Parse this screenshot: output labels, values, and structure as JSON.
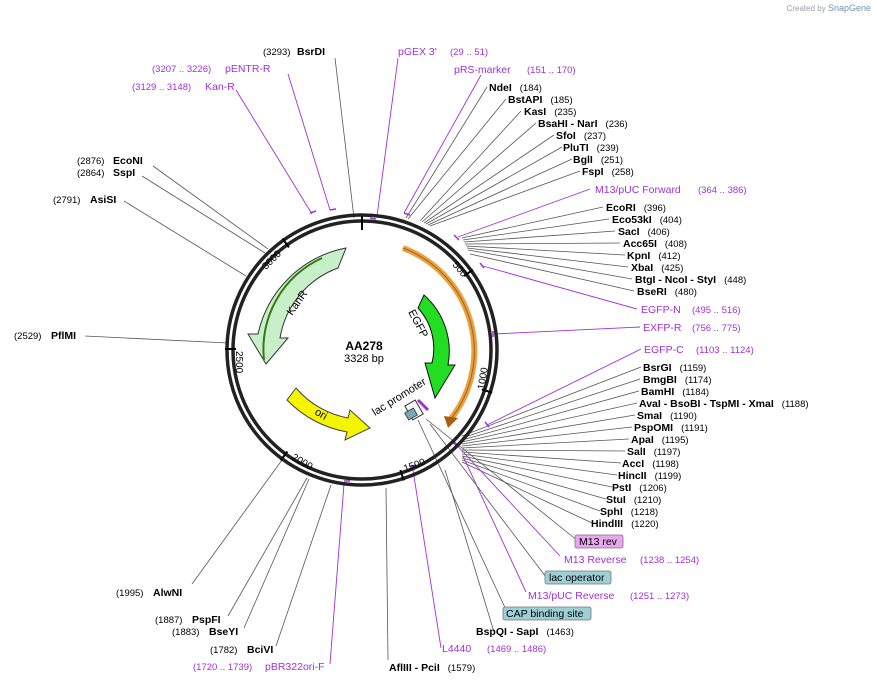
{
  "credit": {
    "prefix": "Created by",
    "brand": "SnapGene"
  },
  "plasmid": {
    "name": "AA278",
    "size_label": "3328 bp",
    "length": 3328
  },
  "ticks": [
    "500",
    "1000",
    "1500",
    "2000",
    "2500",
    "3000"
  ],
  "tick_values": [
    500,
    1000,
    1500,
    2000,
    2500,
    3000
  ],
  "features": [
    {
      "name": "EGFP",
      "start": 400,
      "end": 1115,
      "color": "#22dd22",
      "direction": "cw"
    },
    {
      "name": "KanR",
      "start": 2350,
      "end": 3130,
      "color": "#c8f0c8",
      "direction": "ccw"
    },
    {
      "name": "ori",
      "start": 1680,
      "end": 2160,
      "color": "#f5f500",
      "direction": "ccw"
    },
    {
      "name": "lac promoter",
      "start": 1260,
      "end": 1290,
      "color": "#ffffff",
      "direction": "ccw"
    }
  ],
  "labels_left": [
    {
      "name": "BsrDI",
      "pos": "(3293)"
    },
    {
      "name": "EcoNI",
      "pos": "(2876)"
    },
    {
      "name": "SspI",
      "pos": "(2864)"
    },
    {
      "name": "AsiSI",
      "pos": "(2791)"
    },
    {
      "name": "PflMI",
      "pos": "(2529)"
    },
    {
      "name": "AlwNI",
      "pos": "(1995)"
    },
    {
      "name": "PspFI",
      "pos": "(1887)"
    },
    {
      "name": "BseYI",
      "pos": "(1883)"
    },
    {
      "name": "BciVI",
      "pos": "(1782)"
    }
  ],
  "labels_right": [
    {
      "name": "NdeI",
      "pos": "(184)"
    },
    {
      "name": "BstAPI",
      "pos": "(185)"
    },
    {
      "name": "KasI",
      "pos": "(235)"
    },
    {
      "name": "BsaHI",
      "extra": "- NarI",
      "pos": "(236)"
    },
    {
      "name": "SfoI",
      "pos": "(237)"
    },
    {
      "name": "PluTI",
      "pos": "(239)"
    },
    {
      "name": "BglI",
      "pos": "(251)"
    },
    {
      "name": "FspI",
      "pos": "(258)"
    },
    {
      "name": "EcoRI",
      "pos": "(396)"
    },
    {
      "name": "Eco53kI",
      "pos": "(404)"
    },
    {
      "name": "SacI",
      "pos": "(406)"
    },
    {
      "name": "Acc65I",
      "pos": "(408)"
    },
    {
      "name": "KpnI",
      "pos": "(412)"
    },
    {
      "name": "XbaI",
      "pos": "(425)"
    },
    {
      "name": "BtgI",
      "extra": "- NcoI - StyI",
      "pos": "(448)"
    },
    {
      "name": "BseRI",
      "pos": "(480)"
    },
    {
      "name": "BsrGI",
      "pos": "(1159)"
    },
    {
      "name": "BmgBI",
      "pos": "(1174)"
    },
    {
      "name": "BamHI",
      "pos": "(1184)"
    },
    {
      "name": "AvaI",
      "extra": "- BsoBI - TspMI - XmaI",
      "pos": "(1188)"
    },
    {
      "name": "SmaI",
      "pos": "(1190)"
    },
    {
      "name": "PspOMI",
      "pos": "(1191)"
    },
    {
      "name": "ApaI",
      "pos": "(1195)"
    },
    {
      "name": "SalI",
      "pos": "(1197)"
    },
    {
      "name": "AccI",
      "pos": "(1198)"
    },
    {
      "name": "HincII",
      "pos": "(1199)"
    },
    {
      "name": "PstI",
      "pos": "(1206)"
    },
    {
      "name": "StuI",
      "pos": "(1210)"
    },
    {
      "name": "SphI",
      "pos": "(1218)"
    },
    {
      "name": "HindIII",
      "pos": "(1220)"
    },
    {
      "name": "BspQI",
      "extra": "- SapI",
      "pos": "(1463)"
    },
    {
      "name": "AflIII",
      "extra": "- PciI",
      "pos": "(1579)"
    }
  ],
  "primers": [
    {
      "name": "pGEX 3'",
      "range": "(29 .. 51)"
    },
    {
      "name": "pRS-marker",
      "range": "(151 .. 170)"
    },
    {
      "name": "pENTR-R",
      "range": "(3207 .. 3226)"
    },
    {
      "name": "Kan-R",
      "range": "(3129 .. 3148)"
    },
    {
      "name": "M13/pUC Forward",
      "range": "(364 .. 386)"
    },
    {
      "name": "EGFP-N",
      "range": "(495 .. 516)"
    },
    {
      "name": "EXFP-R",
      "range": "(756 .. 775)"
    },
    {
      "name": "EGFP-C",
      "range": "(1103 .. 1124)"
    },
    {
      "name": "M13 Reverse",
      "range": "(1238 .. 1254)"
    },
    {
      "name": "M13/pUC Reverse",
      "range": "(1251 .. 1273)"
    },
    {
      "name": "L4440",
      "range": "(1469 .. 1486)"
    },
    {
      "name": "pBR322ori-F",
      "range": "(1720 .. 1739)"
    }
  ],
  "boxed": [
    {
      "name": "M13 rev"
    },
    {
      "name": "lac operator"
    },
    {
      "name": "CAP binding site"
    }
  ],
  "colors": {
    "primer": "#a230d8",
    "primer_box": "#e8a6f0",
    "operator_box": "#9fcfd6",
    "orange_arc": "#e8a040"
  }
}
